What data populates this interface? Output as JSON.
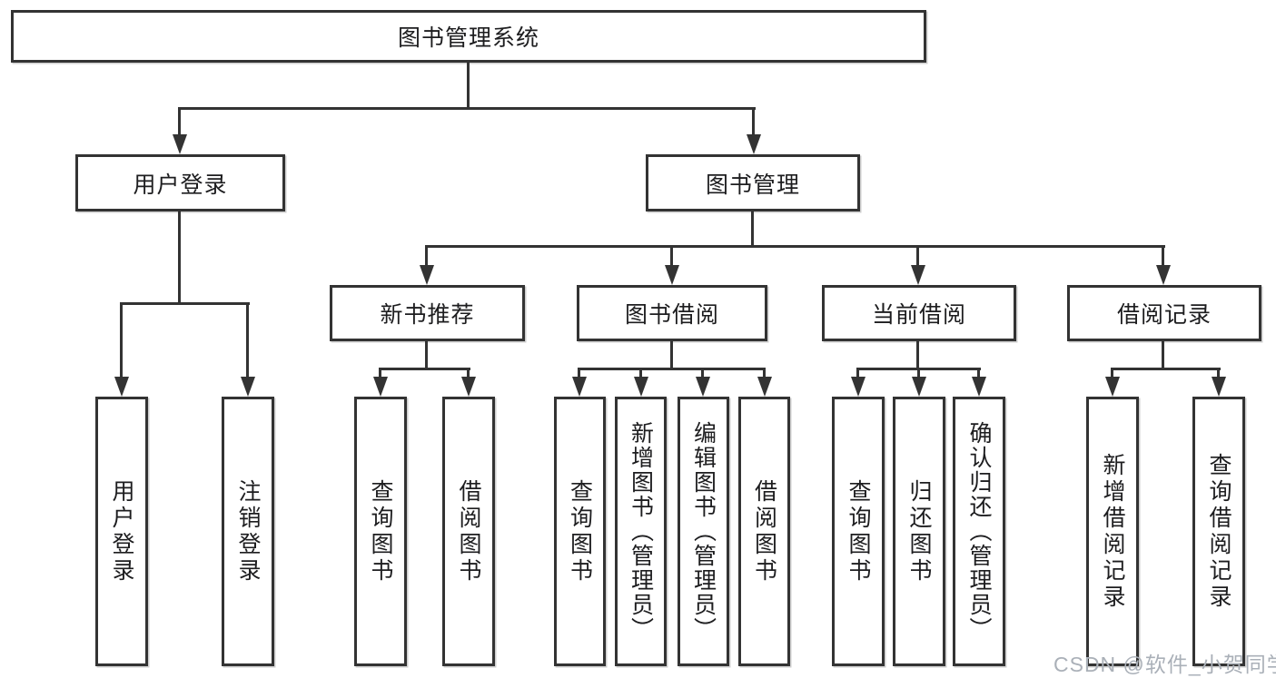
{
  "colors": {
    "line": "#333333",
    "text": "#1d1d1f",
    "watermark": "#aab0b8"
  },
  "tree": {
    "label": "图书管理系统",
    "children": [
      {
        "label": "用户登录",
        "children": [
          {
            "label": "用户登录"
          },
          {
            "label": "注销登录"
          }
        ]
      },
      {
        "label": "图书管理",
        "children": [
          {
            "label": "新书推荐",
            "children": [
              {
                "label": "查询图书"
              },
              {
                "label": "借阅图书"
              }
            ]
          },
          {
            "label": "图书借阅",
            "children": [
              {
                "label": "查询图书"
              },
              {
                "label": "新增图书（管理员）"
              },
              {
                "label": "编辑图书（管理员）"
              },
              {
                "label": "借阅图书"
              }
            ]
          },
          {
            "label": "当前借阅",
            "children": [
              {
                "label": "查询图书"
              },
              {
                "label": "归还图书"
              },
              {
                "label": "确认归还（管理员）"
              }
            ]
          },
          {
            "label": "借阅记录",
            "children": [
              {
                "label": "新增借阅记录"
              },
              {
                "label": "查询借阅记录"
              }
            ]
          }
        ]
      }
    ]
  },
  "watermark": {
    "text": "CSDN @软件_小贺同学"
  }
}
